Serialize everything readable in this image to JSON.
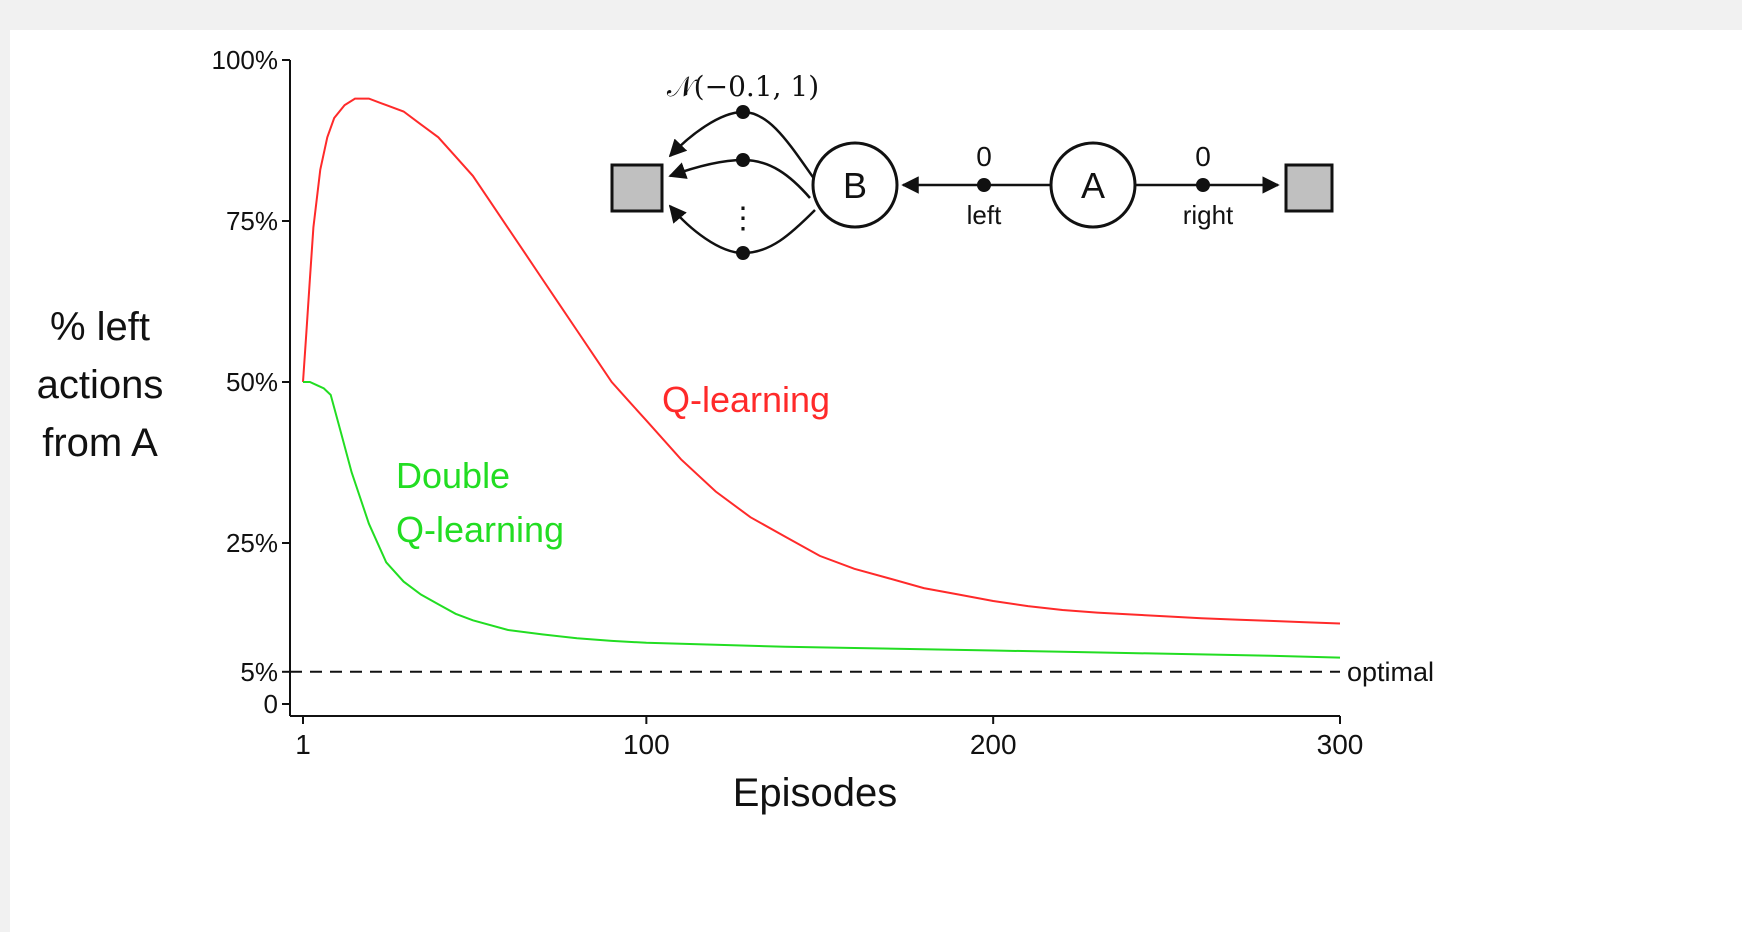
{
  "chart_data": {
    "type": "line",
    "xlabel": "Episodes",
    "ylabel": [
      "% left",
      "actions",
      "from A"
    ],
    "xlim": [
      1,
      300
    ],
    "ylim": [
      0,
      100
    ],
    "x_ticks": [
      {
        "value": 1,
        "label": "1"
      },
      {
        "value": 100,
        "label": "100"
      },
      {
        "value": 200,
        "label": "200"
      },
      {
        "value": 300,
        "label": "300"
      }
    ],
    "y_ticks": [
      {
        "value": 0,
        "label": "0"
      },
      {
        "value": 5,
        "label": "5%"
      },
      {
        "value": 25,
        "label": "25%"
      },
      {
        "value": 50,
        "label": "50%"
      },
      {
        "value": 75,
        "label": "75%"
      },
      {
        "value": 100,
        "label": "100%"
      }
    ],
    "grid": false,
    "colors": {
      "q_learning": "#ff2a2a",
      "double_q_learning": "#22dd22",
      "optimal": "#111111"
    },
    "series": [
      {
        "name": "Q-learning",
        "label_lines": [
          "Q-learning"
        ],
        "color_key": "q_learning",
        "x": [
          1,
          2,
          3,
          4,
          6,
          8,
          10,
          13,
          16,
          20,
          25,
          30,
          35,
          40,
          45,
          50,
          55,
          60,
          65,
          70,
          75,
          80,
          85,
          90,
          95,
          100,
          110,
          120,
          130,
          140,
          150,
          160,
          170,
          180,
          190,
          200,
          210,
          220,
          230,
          240,
          250,
          260,
          270,
          280,
          290,
          300
        ],
        "y": [
          50,
          58,
          66,
          74,
          83,
          88,
          91,
          93,
          94,
          94,
          93,
          92,
          90,
          88,
          85,
          82,
          78,
          74,
          70,
          66,
          62,
          58,
          54,
          50,
          47,
          44,
          38,
          33,
          29,
          26,
          23,
          21,
          19.5,
          18,
          17,
          16,
          15.2,
          14.6,
          14.2,
          13.9,
          13.6,
          13.3,
          13.1,
          12.9,
          12.7,
          12.5
        ]
      },
      {
        "name": "Double Q-learning",
        "label_lines": [
          "Double",
          "Q-learning"
        ],
        "color_key": "double_q_learning",
        "x": [
          1,
          3,
          5,
          7,
          9,
          12,
          15,
          20,
          25,
          30,
          35,
          40,
          45,
          50,
          60,
          70,
          80,
          90,
          100,
          120,
          140,
          160,
          180,
          200,
          220,
          240,
          260,
          280,
          300
        ],
        "y": [
          50,
          50,
          49.5,
          49,
          48,
          42,
          36,
          28,
          22,
          19,
          17,
          15.5,
          14,
          13,
          11.5,
          10.8,
          10.2,
          9.8,
          9.5,
          9.2,
          8.9,
          8.7,
          8.5,
          8.3,
          8.1,
          7.9,
          7.7,
          7.5,
          7.2
        ]
      }
    ],
    "reference_line": {
      "value": 5,
      "label": "optimal",
      "style": "dashed"
    },
    "annotations": [
      {
        "text": "Q-learning",
        "series": "Q-learning"
      },
      {
        "text": "Double Q-learning",
        "series": "Double Q-learning"
      }
    ]
  },
  "inset_diagram": {
    "distribution_label": "𝒩(−0.1, 1)",
    "node_b": "B",
    "node_a": "A",
    "left_reward": "0",
    "left_action": "left",
    "right_reward": "0",
    "right_action": "right",
    "ellipsis": "⋮",
    "terminal_fill": "#c0c0c0"
  }
}
